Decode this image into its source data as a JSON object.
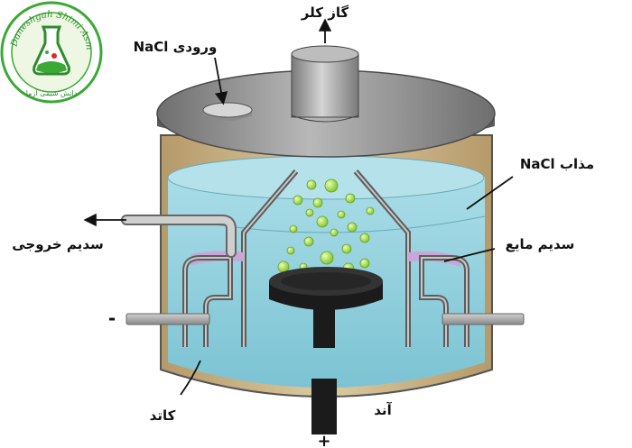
{
  "logo": {
    "text_arc_top": "Daneshgah Shimi Asma",
    "text_bottom": "دانش شیمی آزما",
    "colors": {
      "ring": "#3aa935",
      "inner": "#e5f3d9",
      "flask": "#2e8c2e",
      "accent": "#e32727"
    }
  },
  "labels": {
    "chlorine_gas": "گاز کلر",
    "nacl_inlet": "NaCl ورودی",
    "molten_nacl": "NaCl مذاب",
    "sodium_outlet": "سدیم خروجی",
    "liquid_sodium": "سدیم مایع",
    "cathode": "کاتد",
    "anode": "آند",
    "minus_sign": "-",
    "plus_sign": "+"
  },
  "colors": {
    "lid": "#8f8f8f",
    "shell": "#cbb68c",
    "melt": "#8fd0dd",
    "bubbles": "#a6e04a",
    "pipe": "#9a9a9a",
    "electrode": "#1b1b1b",
    "liquid_sodium": "#c9a6d8"
  }
}
